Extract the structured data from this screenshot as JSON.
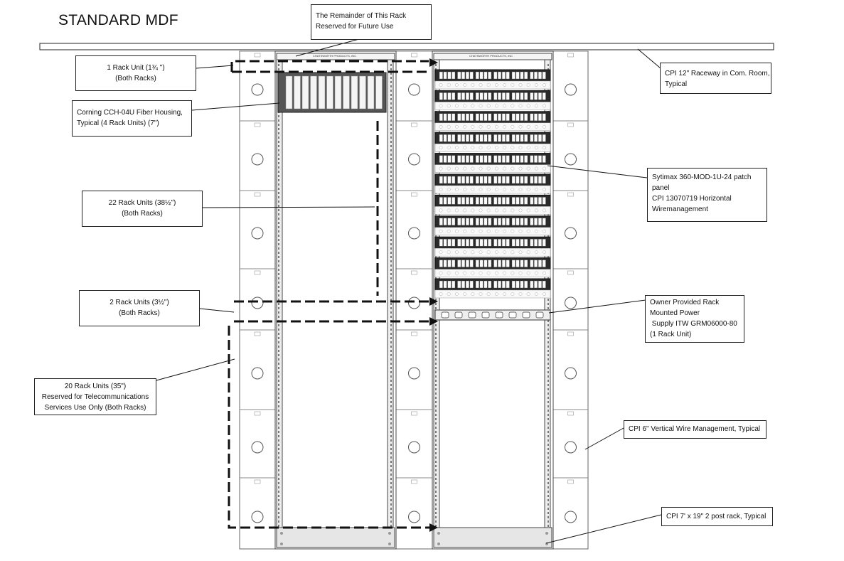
{
  "title": "STANDARD MDF",
  "callouts": {
    "reserved": [
      "The Remainder of This Rack",
      "Reserved for Future Use"
    ],
    "one_ru": [
      "1 Rack Unit (1¾ \")",
      "(Both Racks)"
    ],
    "fiber": [
      "Corning CCH-04U Fiber Housing,",
      "Typical (4 Rack Units) (7\")"
    ],
    "twentytwo_ru": [
      "22 Rack Units (38½\")",
      "(Both Racks)"
    ],
    "two_ru": [
      "2 Rack Units (3½\")",
      "(Both Racks)"
    ],
    "twenty_ru": [
      "20 Rack Units (35\")",
      "Reserved for Telecommunications",
      "Services Use Only (Both Racks)"
    ],
    "raceway": [
      "CPI 12\" Raceway in Com. Room,",
      "Typical"
    ],
    "patch": [
      "Sytimax 360-MOD-1U-24 patch",
      "panel",
      "CPI 13070719 Horizontal",
      "Wiremanagement"
    ],
    "power": [
      "Owner Provided Rack",
      "Mounted Power",
      " Supply ITW GRM06000-80",
      "(1 Rack Unit)"
    ],
    "vertical_wm": [
      "CPI 6\" Vertical Wire Management, Typical"
    ],
    "post_rack": [
      "CPI 7' x 19\" 2 post rack, Typical"
    ]
  },
  "rack_labels": {
    "left": "CHATSWORTH PRODUCTS, INC",
    "right": "CHATSWORTH PRODUCTS, INC"
  }
}
